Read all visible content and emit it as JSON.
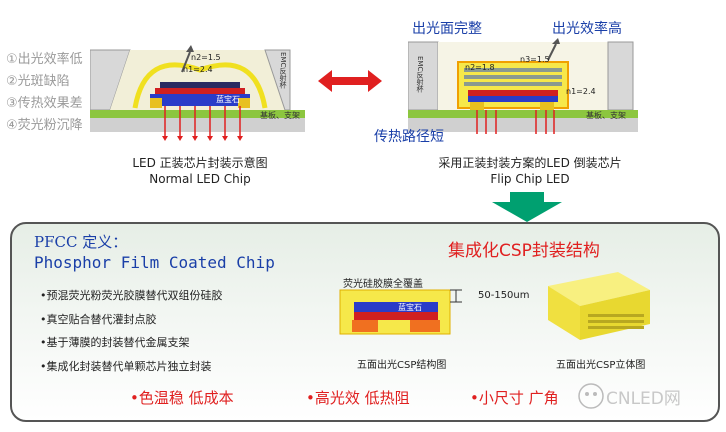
{
  "normal_chip": {
    "problems": [
      "①出光效率低",
      "②光斑缺陷",
      "③传热效果差",
      "④荧光粉沉降"
    ],
    "n2": "n2=1.5",
    "n1": "n1=2.4",
    "sapphire": "蓝宝石",
    "emc": "EMC反射杯",
    "substrate": "基板、支架",
    "caption_cn": "LED 正装芯片封装示意图",
    "caption_en": "Normal LED Chip"
  },
  "flip_chip": {
    "label_full": "出光面完整",
    "label_eff": "出光效率高",
    "label_heat": "传热路径短",
    "n3": "n3=1.5",
    "n2": "n2=1.8",
    "n1": "n1=2.4",
    "emc": "EMC反射杯",
    "substrate": "基板、支架",
    "caption_cn": "采用正装封装方案的LED 倒装芯片",
    "caption_en": "Flip Chip LED"
  },
  "pfcc": {
    "title1": "PFCC 定义：",
    "title2": "Phosphor Film Coated Chip",
    "bullets": [
      "•预混荧光粉荧光胶膜替代双组份硅胶",
      "•真空贴合替代灌封点胶",
      "•基于薄膜的封装替代金属支架",
      "•集成化封装替代单颗芯片独立封装"
    ],
    "csp_title": "集成化CSP封装结构",
    "film_label": "荧光硅胶膜全覆盖",
    "thickness": "50-150um",
    "sapphire": "蓝宝石",
    "caption_struct": "五面出光CSP结构图",
    "caption_3d": "五面出光CSP立体图",
    "advantages": [
      "•色温稳 低成本",
      "•高光效 低热阻",
      "•小尺寸 广角"
    ],
    "watermark": "CNLED网"
  },
  "colors": {
    "accent_red": "#e02020",
    "pfcc_blue": "#1a3fa8",
    "arrow_green": "#00a070",
    "substrate_green": "#8cc63f",
    "phosphor_yellow": "#f6e84a"
  }
}
